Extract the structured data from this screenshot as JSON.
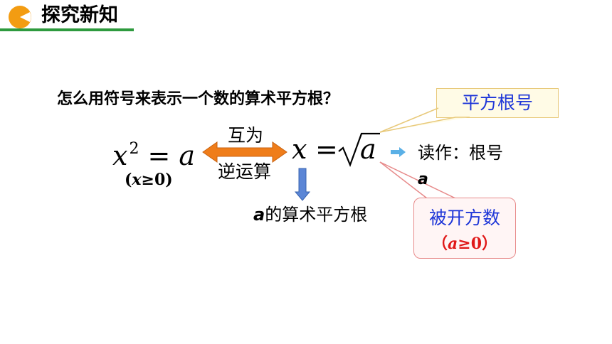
{
  "header": {
    "title": "探究新知"
  },
  "question": "怎么用符号来表示一个数的算术平方根？",
  "callout_top": {
    "label": "平方根号"
  },
  "equation_left": {
    "base": "x",
    "exponent": "2",
    "rest": " = a"
  },
  "condition_left": {
    "open": "(",
    "var": "x",
    "rel": "≥0)"
  },
  "arrow": {
    "top_label": "互为",
    "bottom_label": "逆运算"
  },
  "equation_right": {
    "lhs": "x",
    "eq": "=",
    "radicand": "a"
  },
  "read_as": {
    "label": "读作：根号",
    "var": "a"
  },
  "root_label": {
    "var": "a",
    "text": "的算术平方根"
  },
  "callout_bottom": {
    "label": "被开方数",
    "open": "（",
    "var": "a",
    "rel": "≥0）"
  },
  "colors": {
    "header_line": "#2e9a3e",
    "header_icon": "#f39c12",
    "blue_text": "#1e36d8",
    "red_text": "#e01818",
    "orange_arrow": "#ef7d1a"
  }
}
